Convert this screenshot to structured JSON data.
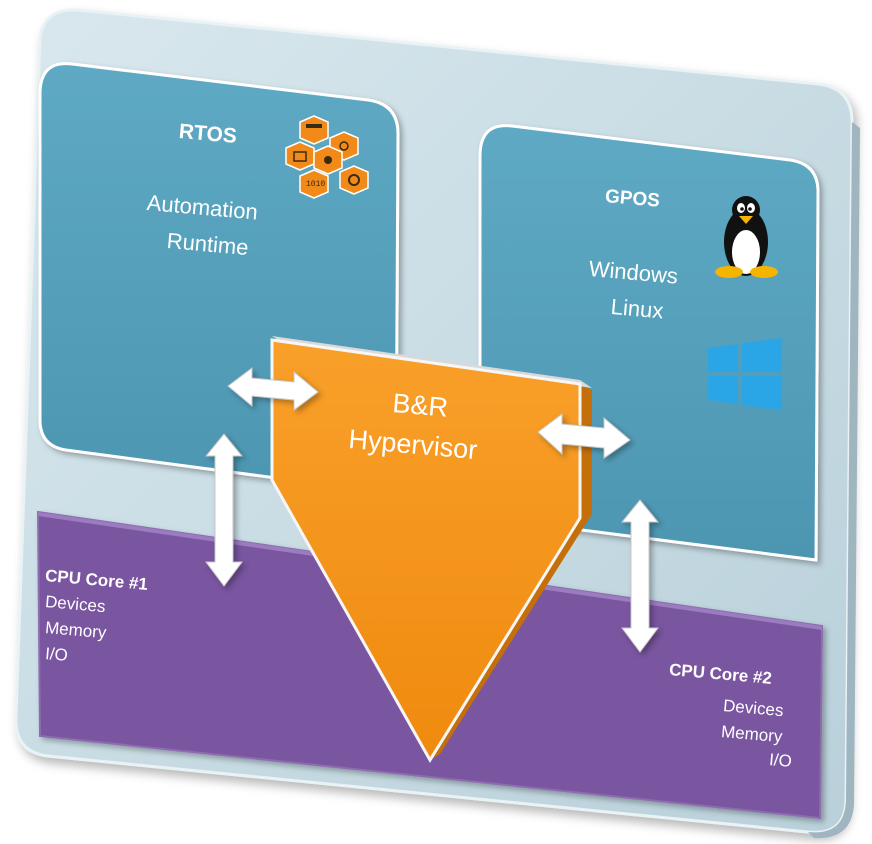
{
  "rtos": {
    "title": "RTOS",
    "line1": "Automation",
    "line2": "Runtime"
  },
  "gpos": {
    "title": "GPOS",
    "line1": "Windows",
    "line2": "Linux"
  },
  "hypervisor": {
    "line1": "B&R",
    "line2": "Hypervisor"
  },
  "core1": {
    "title": "CPU Core #1",
    "line1": "Devices",
    "line2": "Memory",
    "line3": "I/O"
  },
  "core2": {
    "title": "CPU Core #2",
    "line1": "Devices",
    "line2": "Memory",
    "line3": "I/O"
  },
  "icons": {
    "rtos": "automation-hexagon-cluster-icon",
    "linux": "tux-penguin-icon",
    "windows": "windows-logo-icon",
    "arrows": "double-headed-arrow-icon"
  },
  "colors": {
    "frame": "#c6dbe3",
    "os_panel": "#5fa6c0",
    "cpu": "#7a55a0",
    "hypervisor": "#f7941d",
    "rtos_icon": "#f28a1a",
    "windows_logo": "#2aa5e6",
    "arrow": "#ffffff"
  }
}
